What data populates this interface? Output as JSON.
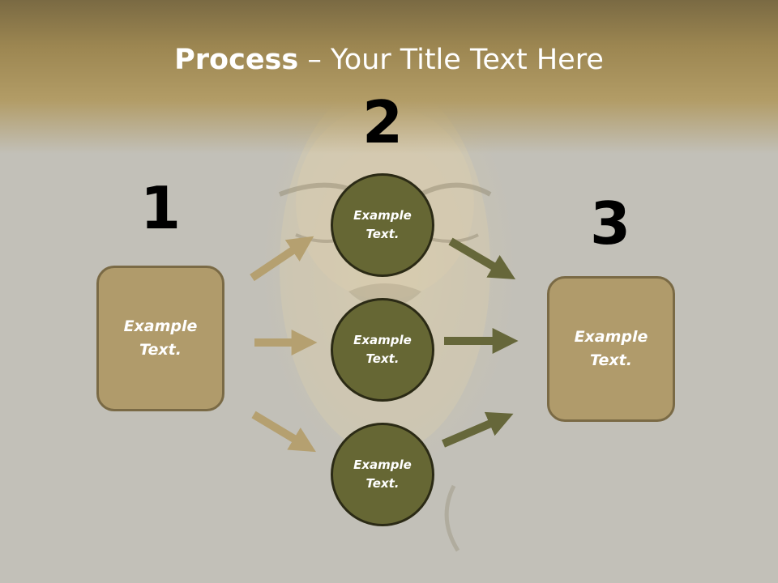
{
  "slide": {
    "title_bold": "Process",
    "title_rest": " – Your Title Text Here"
  },
  "steps": [
    {
      "number": "1",
      "label": "Example Text."
    },
    {
      "number": "2",
      "label": "Example Text."
    },
    {
      "number": "3",
      "label": "Example Text."
    }
  ],
  "middle_nodes": [
    {
      "label": "Example Text."
    },
    {
      "label": "Example Text."
    },
    {
      "label": "Example Text."
    }
  ],
  "colors": {
    "box_fill": "#b09b6b",
    "circle_fill": "#666734",
    "arrow_left": "#b5a070",
    "arrow_right": "#66673a",
    "title_band": "#a48e5a"
  }
}
